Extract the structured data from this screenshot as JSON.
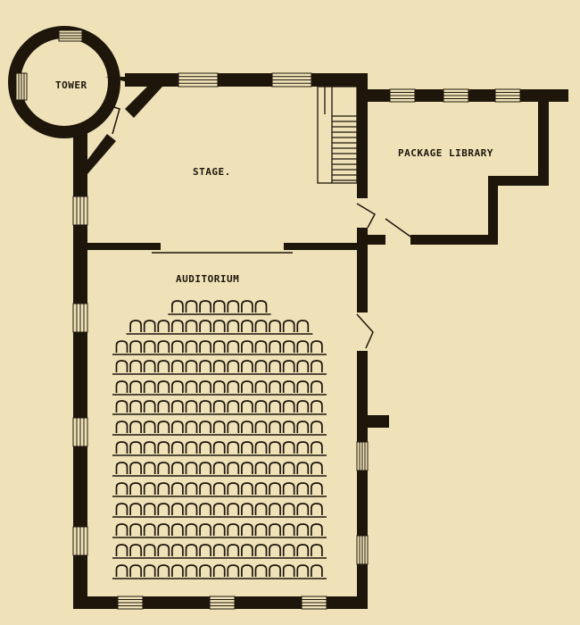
{
  "rooms": {
    "tower": "TOWER",
    "stage": "STAGE.",
    "package_library": "PACKAGE LIBRARY",
    "auditorium": "AUDITORIUM"
  },
  "seating": {
    "rows": [
      7,
      13,
      15,
      15,
      15,
      15,
      15,
      15,
      15,
      15,
      15,
      15,
      15,
      15
    ]
  },
  "colors": {
    "paper": "#efe2b9",
    "ink": "#1e150b"
  }
}
